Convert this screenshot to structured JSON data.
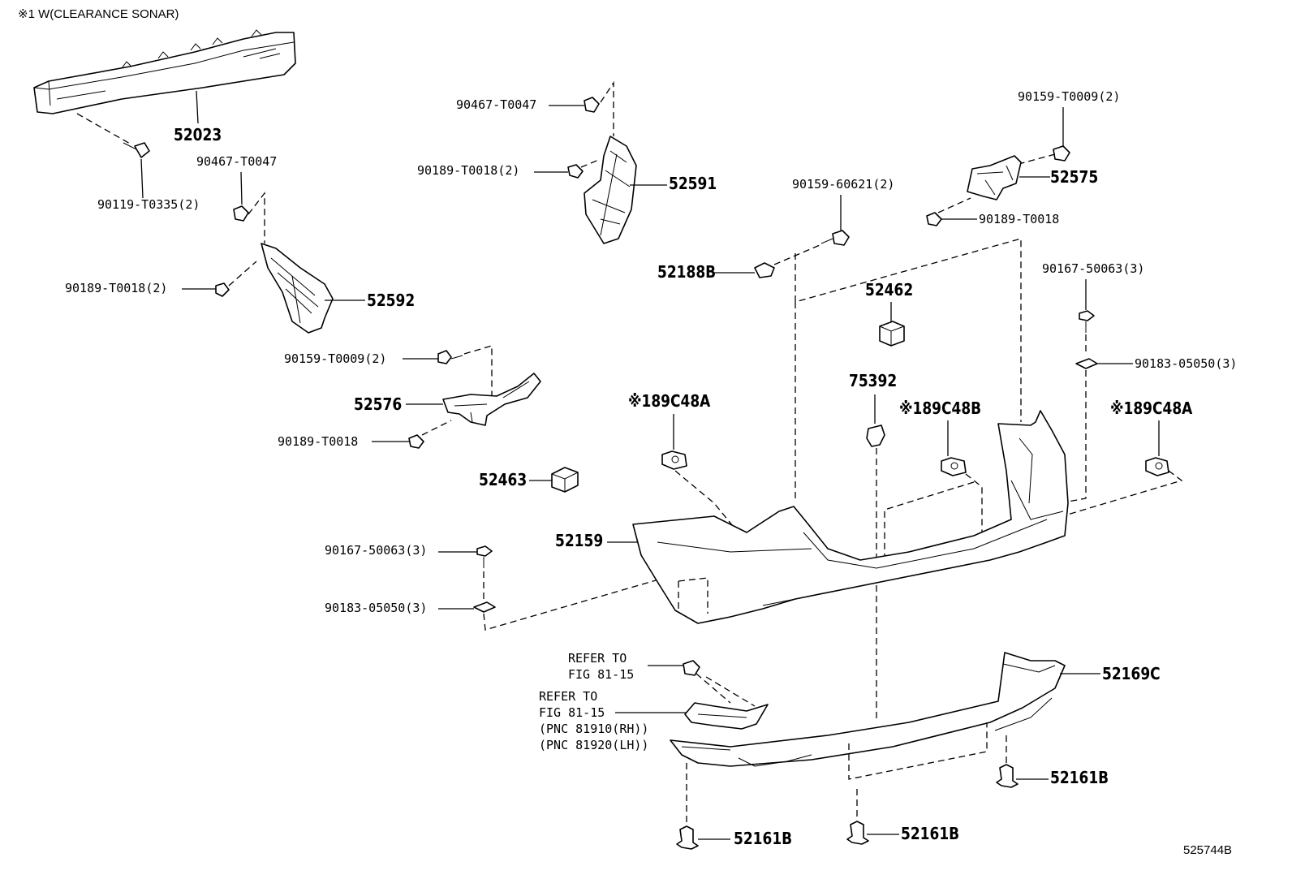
{
  "note": "※1 W(CLEARANCE SONAR)",
  "diagram_id": "525744B",
  "labels": {
    "p52023": "52023",
    "p90119": "90119-T0335(2)",
    "p90467a": "90467-T0047",
    "p90189a": "90189-T0018(2)",
    "p52592": "52592",
    "p90159a": "90159-T0009(2)",
    "p52576": "52576",
    "p90189b": "90189-T0018",
    "p52463": "52463",
    "p90167a": "90167-50063(3)",
    "p90183a": "90183-05050(3)",
    "p90467b": "90467-T0047",
    "p90189c": "90189-T0018(2)",
    "p52591": "52591",
    "p90159b": "90159-60621(2)",
    "p52188b": "52188B",
    "p52462": "52462",
    "p75392": "75392",
    "p189c48a1": "※189C48A",
    "p189c48b": "※189C48B",
    "p189c48a2": "※189C48A",
    "p52159": "52159",
    "p90159c": "90159-T0009(2)",
    "p52575": "52575",
    "p90189d": "90189-T0018",
    "p90167b": "90167-50063(3)",
    "p90183b": "90183-05050(3)",
    "p52169c": "52169C",
    "p52161b1": "52161B",
    "p52161b2": "52161B",
    "p52161b3": "52161B",
    "ref1": "REFER TO\nFIG 81-15",
    "ref2": "REFER TO\nFIG 81-15\n(PNC 81910(RH))\n(PNC 81920(LH))"
  }
}
